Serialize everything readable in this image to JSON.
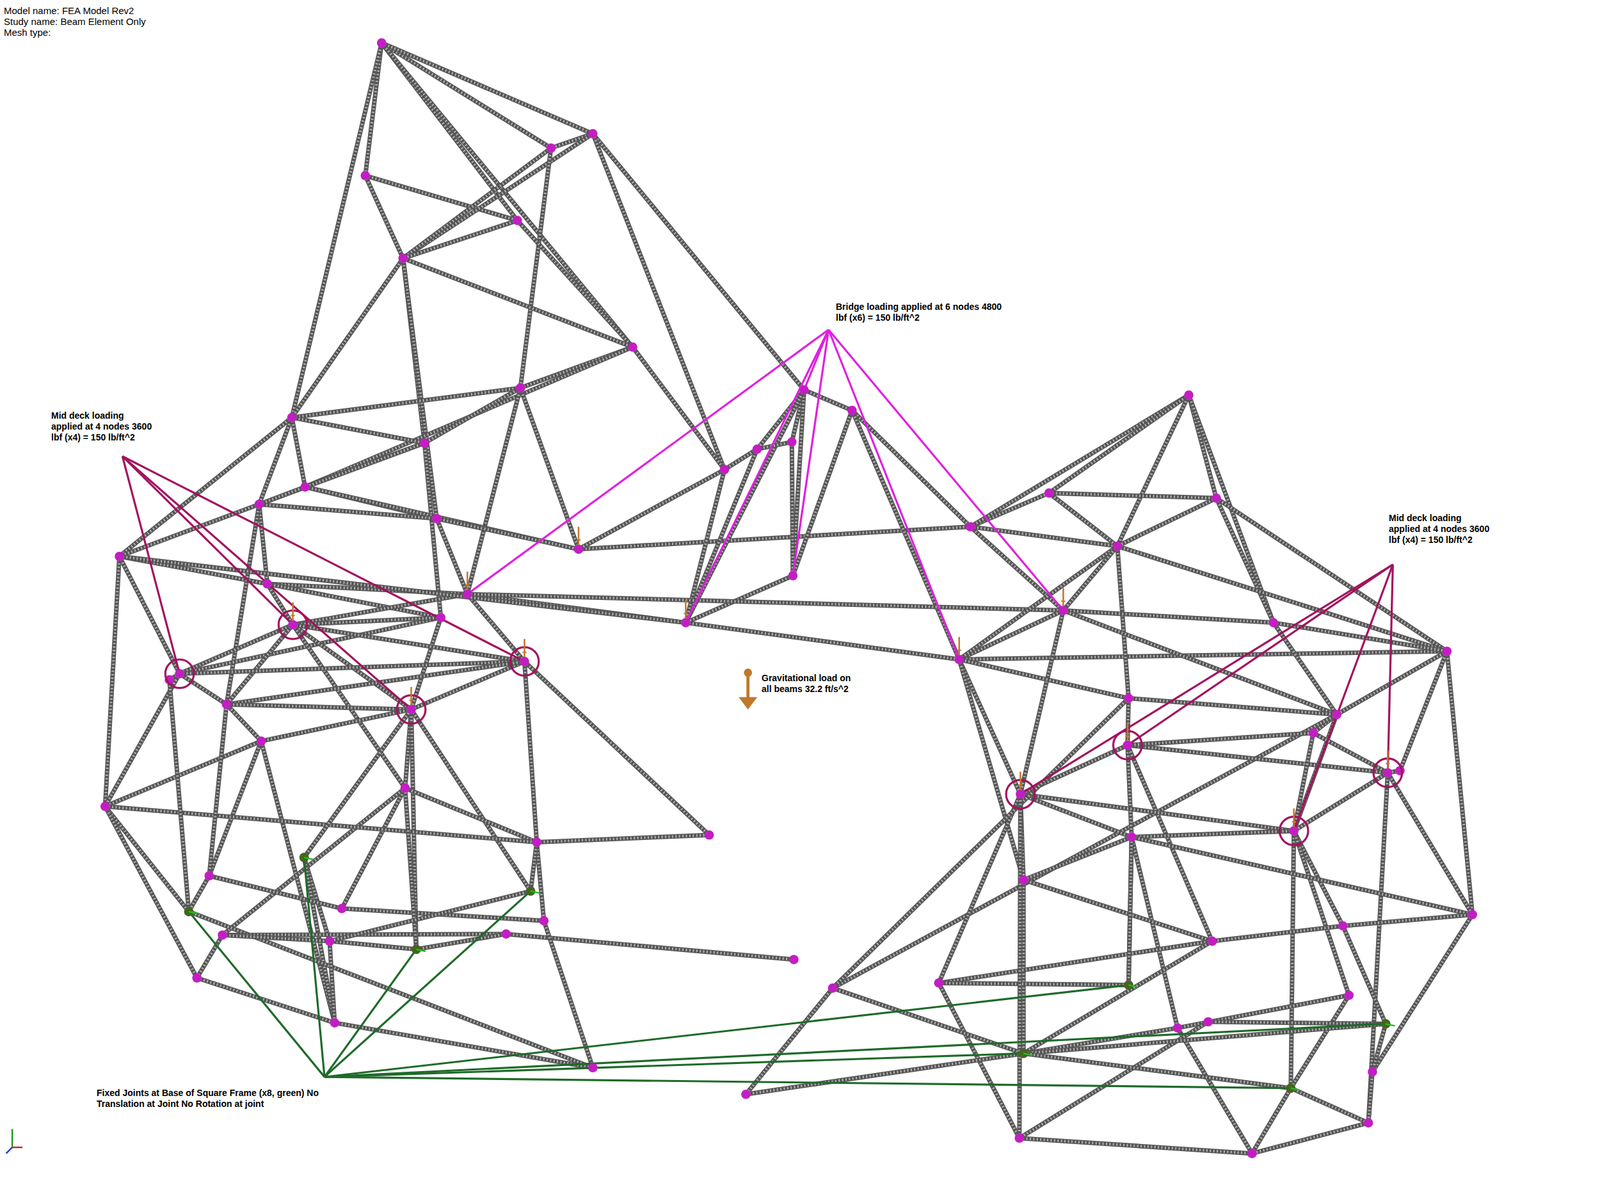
{
  "diagram": {
    "labels": [
      "Model name: FEA Model Rev2",
      "Study name: Beam Element Only",
      "Mesh type:",
      "Bridge loading applied at 6 nodes 4800 lbf (x6) = 150 lb/ft^2",
      "Mid deck loading applied at 4 nodes 3600 lbf (x4) = 150 lb/ft^2",
      "Mid deck loading applied at 4 nodes 3600 lbf (x4) = 150 lb/ft^2",
      "Gravitational load on all beams 32.2 ft/s^2",
      "Fixed Joints at Base of Square Frame (x8, green) No Translation at Joint No Rotation at joint"
    ]
  }
}
